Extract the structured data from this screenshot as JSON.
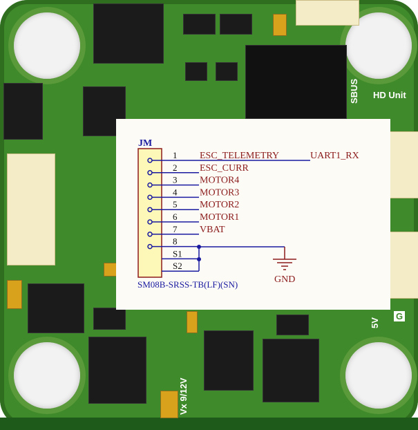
{
  "schematic": {
    "designator": "JM",
    "part_number": "SM08B-SRSS-TB(LF)(SN)",
    "pins": [
      {
        "num": "1",
        "net": "ESC_TELEMETRY"
      },
      {
        "num": "2",
        "net": "ESC_CURR"
      },
      {
        "num": "3",
        "net": "MOTOR4"
      },
      {
        "num": "4",
        "net": "MOTOR3"
      },
      {
        "num": "5",
        "net": "MOTOR2"
      },
      {
        "num": "6",
        "net": "MOTOR1"
      },
      {
        "num": "7",
        "net": "VBAT"
      },
      {
        "num": "8",
        "net": ""
      },
      {
        "num": "S1",
        "net": ""
      },
      {
        "num": "S2",
        "net": ""
      }
    ],
    "uart_label": "UART1_RX",
    "ground_label": "GND",
    "colors": {
      "wire": "#1a1aa0",
      "net_text": "#8b1a1a",
      "body_fill": "#fdf7b8",
      "body_stroke": "#8b1a1a"
    }
  },
  "pcb": {
    "silkscreen": {
      "sbus": "SBUS",
      "hd_unit": "HD Unit",
      "five_v": "5V",
      "g": "G",
      "vx": "Vx 9/12V"
    }
  }
}
